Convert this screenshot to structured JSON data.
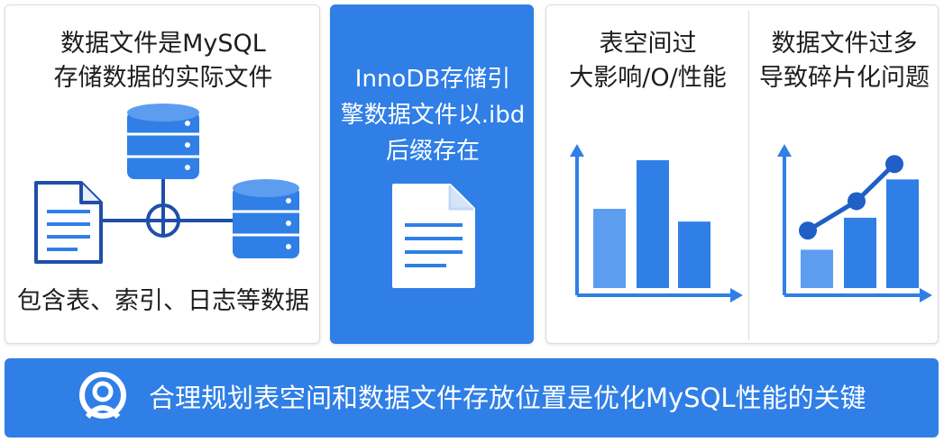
{
  "panels": [
    {
      "title": "数据文件是MySQL\n存储数据的实际文件",
      "footer": "包含表、索引、日志等数据"
    },
    {
      "title": "InnoDB存储引\n擎数据文件以.ibd\n后缀存在"
    },
    {
      "title": "表空间过\n大影响/O/性能",
      "chart_kind": "bar",
      "bar_levels": [
        0.62,
        1.0,
        0.52
      ]
    },
    {
      "title": "数据文件过多\n导致碎片化问题",
      "chart_kind": "bar+line",
      "bar_levels": [
        0.3,
        0.55,
        0.85
      ],
      "line_levels": [
        0.45,
        0.68,
        0.97
      ]
    }
  ],
  "banner": {
    "text": "合理规划表空间和数据文件存放位置是优化MySQL性能的关键",
    "icon": "user-avatar-icon"
  },
  "colors": {
    "accent": "#2f7fe6",
    "dark_blue": "#1f5fc7",
    "light_blue": "#5d9df0"
  }
}
